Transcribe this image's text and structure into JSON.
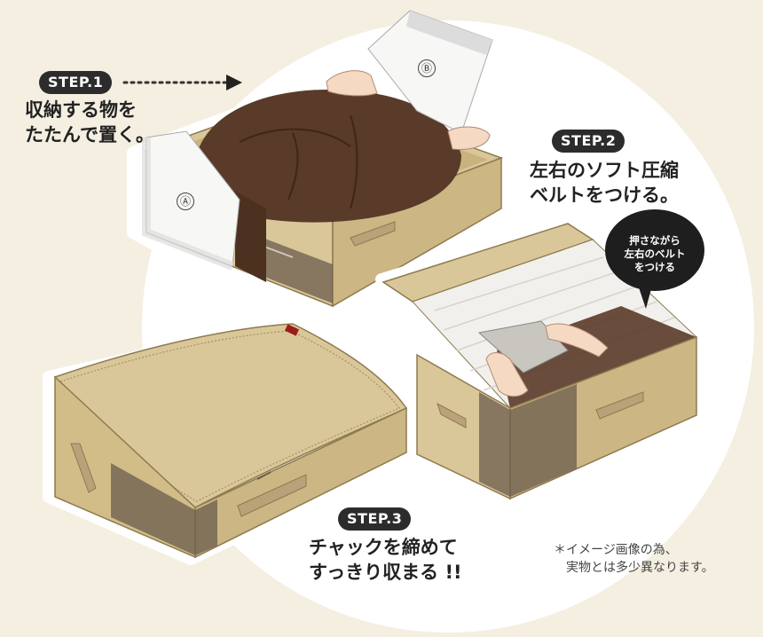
{
  "step1": {
    "badge": "STEP.1",
    "text": "収納する物を\nたたんで置く。",
    "sheet_a": "Ⓐ",
    "sheet_b": "Ⓑ"
  },
  "step2": {
    "badge": "STEP.2",
    "text": "左右のソフト圧縮\nベルトをつける。",
    "bubble": "押さながら\n左右のベルト\nをつける"
  },
  "step3": {
    "badge": "STEP.3",
    "text": "チャックを締めて\nすっきり収まる !!"
  },
  "note": "＊イメージ画像の為、\n　実物とは多少異なります。",
  "colors": {
    "background": "#f4efe1",
    "circle": "#ffffff",
    "box_beige": "#d9c79a",
    "box_side": "#c8b27d",
    "handle": "#b9a27a",
    "clothing": "#5a3a28",
    "badge": "#2c2c2c"
  }
}
